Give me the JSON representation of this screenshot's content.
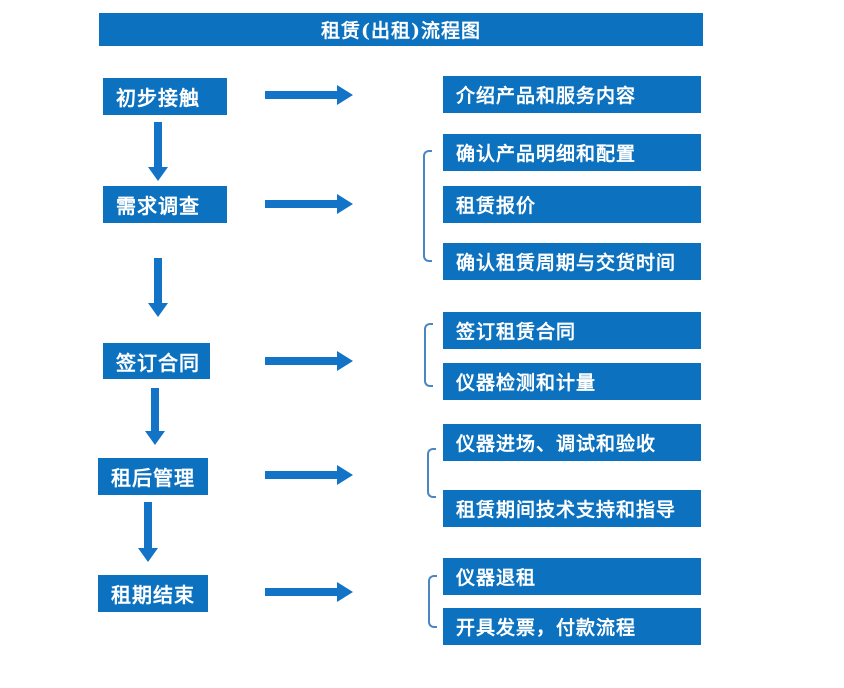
{
  "colors": {
    "box_blue": "#0c71be",
    "arrow_blue": "#1273c7",
    "bracket_blue": "#4a86c2",
    "text_white": "#ffffff",
    "background": "#ffffff"
  },
  "title": "租赁(出租)流程图",
  "steps": [
    {
      "label": "初步接触"
    },
    {
      "label": "需求调查"
    },
    {
      "label": "签订合同"
    },
    {
      "label": "租后管理"
    },
    {
      "label": "租期结束"
    }
  ],
  "details": [
    {
      "label": "介绍产品和服务内容"
    },
    {
      "label": "确认产品明细和配置"
    },
    {
      "label": "租赁报价"
    },
    {
      "label": "确认租赁周期与交货时间"
    },
    {
      "label": "签订租赁合同"
    },
    {
      "label": "仪器检测和计量"
    },
    {
      "label": "仪器进场、调试和验收"
    },
    {
      "label": "租赁期间技术支持和指导"
    },
    {
      "label": "仪器退租"
    },
    {
      "label": "开具发票，付款流程"
    }
  ]
}
